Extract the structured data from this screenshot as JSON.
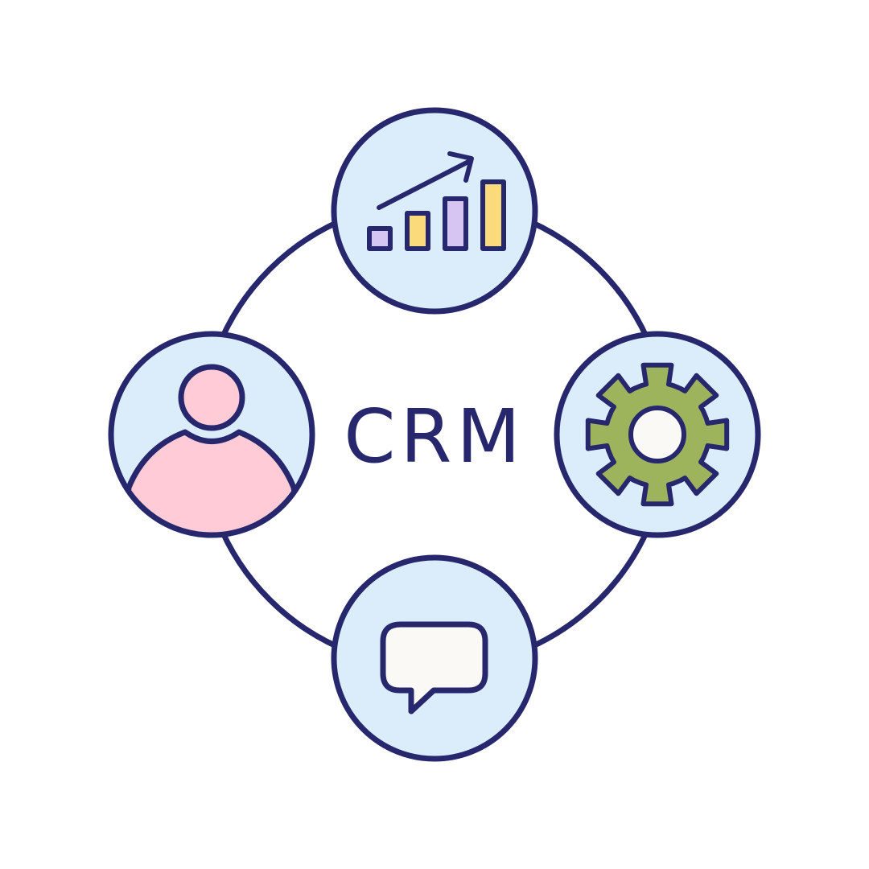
{
  "center": {
    "label": "CRM"
  },
  "nodes": [
    {
      "name": "analytics-node",
      "icon": "bar-chart-growth-icon"
    },
    {
      "name": "customer-node",
      "icon": "user-icon"
    },
    {
      "name": "settings-node",
      "icon": "gear-icon"
    },
    {
      "name": "communication-node",
      "icon": "chat-bubble-icon"
    }
  ],
  "colors": {
    "background": "#ffffff",
    "outline": "#27276d",
    "node_fill": "#dbecfb",
    "person_fill": "#fecbd6",
    "gear_fill": "#9db35c",
    "bubble_fill": "#fbf9f5",
    "bar_yellow": "#fbda7c",
    "bar_lavender": "#d6c4f3"
  }
}
